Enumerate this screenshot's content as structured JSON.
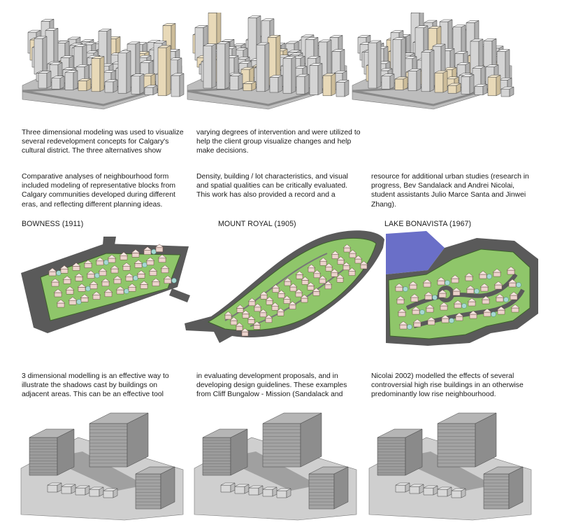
{
  "text_blocks": {
    "intro_1": "Three dimensional modeling was used to visualize several redevelopment concepts for Calgary's cultural district. The three alternatives show",
    "intro_2": "varying degrees of intervention and were utilized to help the client group visualize changes and help make decisions.",
    "form_1": "Comparative analyses of neighbourhood form included modeling of representative blocks from Calgary communities developed during different eras, and reflecting different planning ideas.",
    "form_2": "Density, building / lot characteristics, and visual and spatial qualities can be critically evaluated. This work has also provided a record and a",
    "form_3": "resource for additional urban studies (research in progress, Bev Sandalack and Andrei Nicolai, student assistants Julio Marce Santa and Jinwei Zhang).",
    "shadow_1": "3 dimensional modelling is an effective way to illustrate the shadows cast by buildings on adjacent areas. This can be an effective tool",
    "shadow_2": "in evaluating development proposals, and in developing design guidelines. These examples from Cliff Bungalow - Mission (Sandalack and",
    "shadow_3": "Nicolai 2002) modelled the effects of several controversial high rise buildings in an otherwise predominantly low rise neighbourhood."
  },
  "neighbourhoods": {
    "bowness": "BOWNESS (1911)",
    "mount_royal": "MOUNT ROYAL (1905)",
    "lake_bonavista": "LAKE BONAVISTA (1967)"
  },
  "colors": {
    "road": "#5a5a5a",
    "grass": "#8fc66a",
    "house": "#ecd3cc",
    "water": "#6a6fc8",
    "building": "#d9d9d9",
    "tower": "#9c9c9c"
  }
}
